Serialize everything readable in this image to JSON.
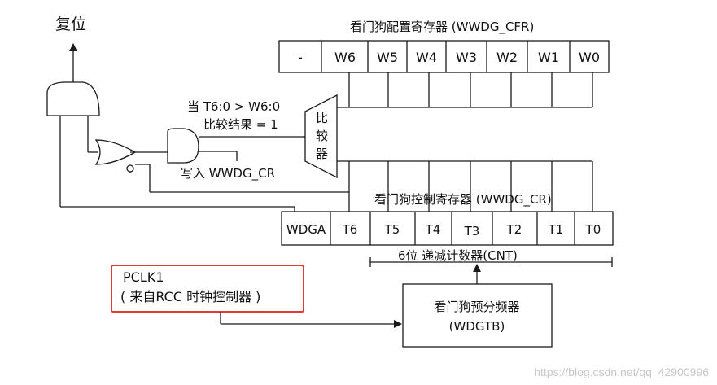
{
  "diagram": {
    "reset_label": "复位",
    "cfr_title": "看门狗配置寄存器 (WWDG_CFR)",
    "cfr_bits": [
      "-",
      "W6",
      "W5",
      "W4",
      "W3",
      "W2",
      "W1",
      "W0"
    ],
    "cr_title": "看门狗控制寄存器 (WWDG_CR)",
    "cr_bits": [
      "WDGA",
      "T6",
      "T5",
      "T4",
      "T3",
      "T2",
      "T1",
      "T0"
    ],
    "compare_condition": "当 T6:0 > W6:0",
    "compare_result": "比较结果 = 1",
    "comparator_chars": [
      "比",
      "较",
      "器"
    ],
    "write_label": "写入 WWDG_CR",
    "counter_label": "6位 递减计数器(CNT)",
    "pclk_name": "PCLK1",
    "pclk_source": "( 来自RCC 时钟控制器 )",
    "prescaler_name": "看门狗预分频器",
    "prescaler_reg": "(WDGTB)",
    "highlight_color": "#e53935"
  },
  "watermark": "https://blog.csdn.net/qq_42900996"
}
